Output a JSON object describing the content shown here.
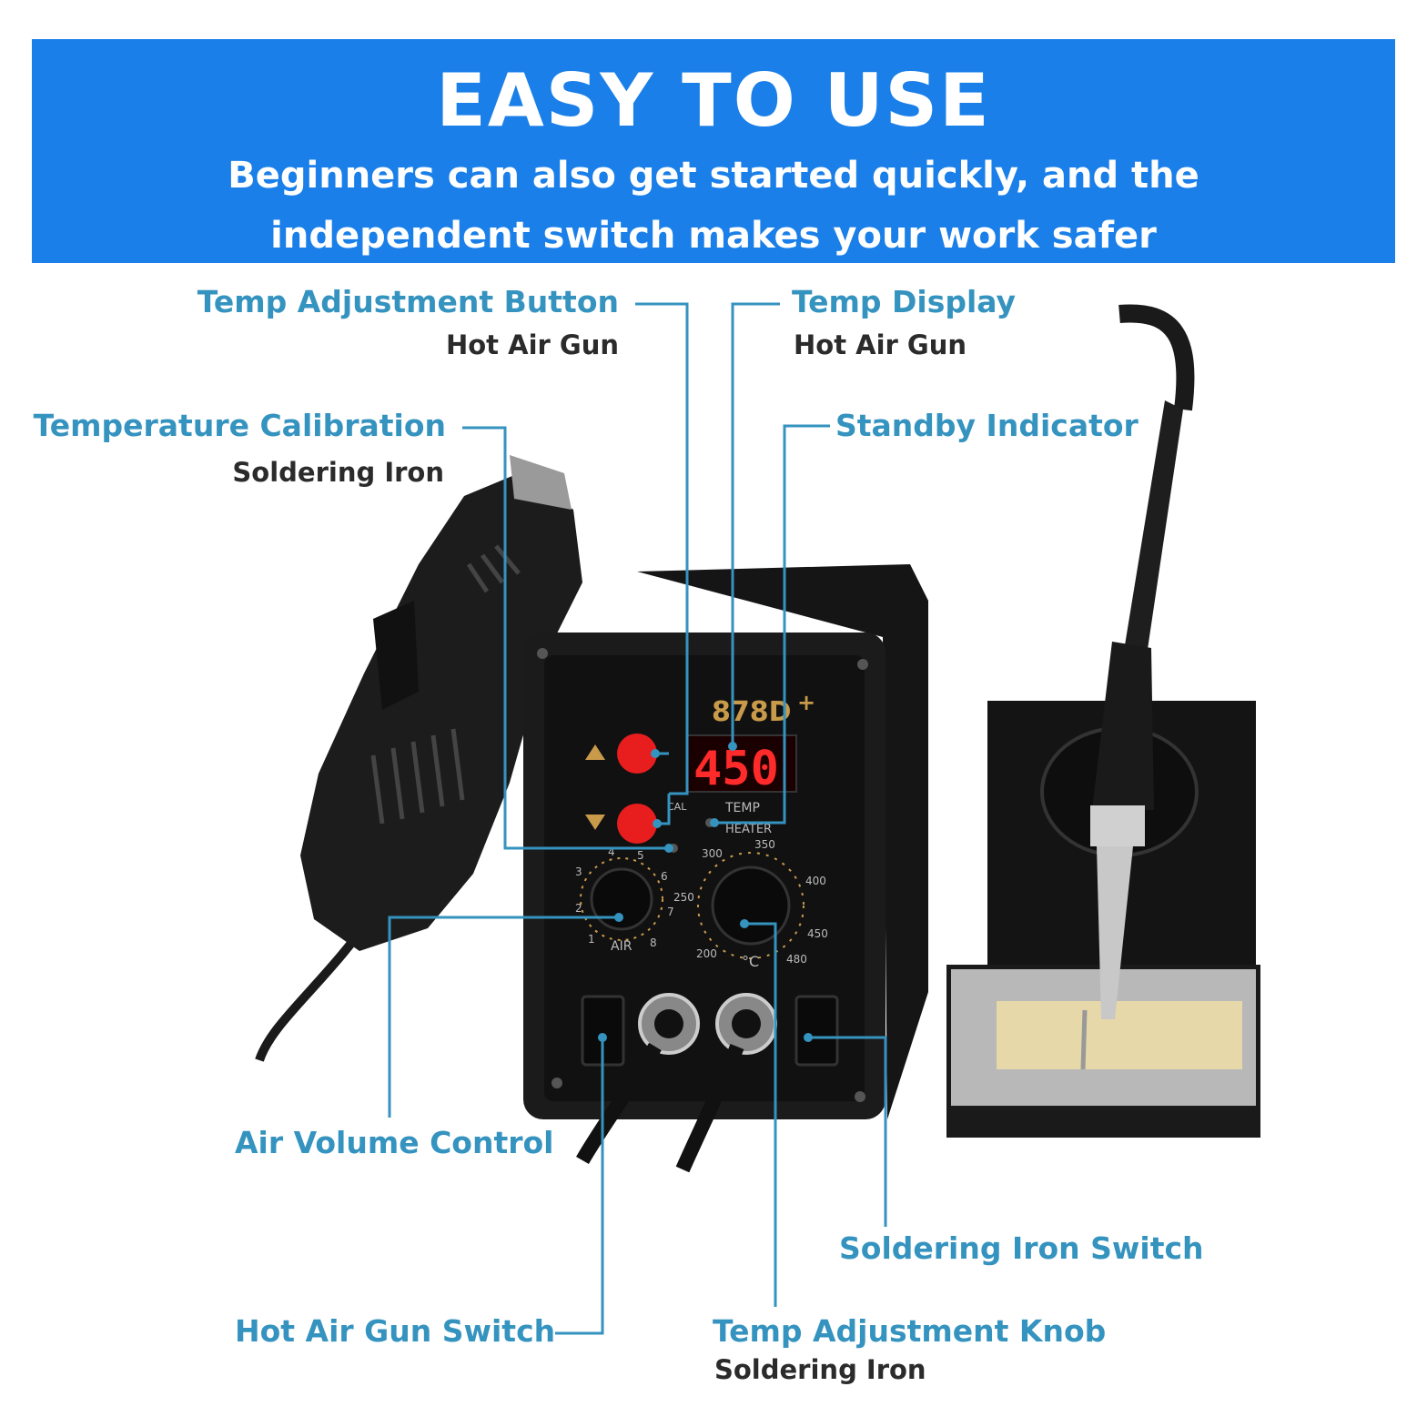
{
  "banner": {
    "title": "EASY TO USE",
    "subtitle_line1": "Beginners can also get started quickly, and the",
    "subtitle_line2": "independent switch makes your work safer"
  },
  "callouts": {
    "temp_adjust_button": {
      "label": "Temp Adjustment Button",
      "sub": "Hot Air Gun"
    },
    "temp_display": {
      "label": "Temp Display",
      "sub": "Hot Air Gun"
    },
    "temp_calibration": {
      "label": "Temperature Calibration",
      "sub": "Soldering Iron"
    },
    "standby_indicator": {
      "label": "Standby Indicator"
    },
    "air_volume": {
      "label": "Air Volume Control"
    },
    "iron_switch": {
      "label": "Soldering Iron Switch"
    },
    "gun_switch": {
      "label": "Hot Air Gun Switch"
    },
    "temp_knob": {
      "label": "Temp Adjustment Knob",
      "sub": "Soldering Iron"
    }
  },
  "device": {
    "model": "878D",
    "model_suffix": "+",
    "display_value": "450",
    "cal_label": "CAL",
    "temp_label": "TEMP",
    "heater_label": "HEATER",
    "air_label": "AIR",
    "celsius_label": "°C",
    "air_scale": [
      "1",
      "2",
      "3",
      "4",
      "5",
      "6",
      "7",
      "8"
    ],
    "temp_scale": [
      "200",
      "250",
      "300",
      "350",
      "400",
      "450",
      "480"
    ]
  },
  "colors": {
    "banner": "#1a7fe8",
    "callout": "#3593bf",
    "led": "#ff2a2a",
    "dial_marks": "#c89a4a"
  }
}
